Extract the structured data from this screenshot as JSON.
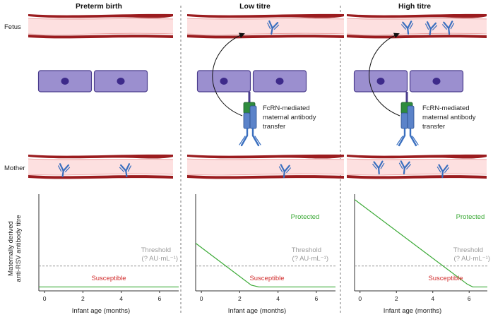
{
  "panels": [
    {
      "title": "Preterm birth",
      "fetal_antibodies": 0,
      "maternal_antibodies": 2,
      "shows_transfer": false,
      "chart": {
        "protected_label": "",
        "threshold_label": "Threshold",
        "threshold_unit": "(? AU·mL⁻¹)",
        "susceptible_label": "Susceptible"
      }
    },
    {
      "title": "Low titre",
      "fetal_antibodies": 1,
      "maternal_antibodies": 1,
      "shows_transfer": true,
      "transfer_label": [
        "FcRN-mediated",
        "maternal antibody",
        "transfer"
      ],
      "chart": {
        "protected_label": "Protected",
        "threshold_label": "Threshold",
        "threshold_unit": "(? AU·mL⁻¹)",
        "susceptible_label": "Susceptible"
      }
    },
    {
      "title": "High titre",
      "fetal_antibodies": 3,
      "maternal_antibodies": 3,
      "shows_transfer": true,
      "transfer_label": [
        "FcRN-mediated",
        "maternal antibody",
        "transfer"
      ],
      "chart": {
        "protected_label": "Protected",
        "threshold_label": "Threshold",
        "threshold_unit": "(? AU·mL⁻¹)",
        "susceptible_label": "Susceptible"
      }
    }
  ],
  "row_labels": {
    "fetus": "Fetus",
    "mother": "Mother"
  },
  "y_axis_label": [
    "Maternally derived",
    "anti-RSV antibody titre"
  ],
  "x_axis_label": "Infant age (months)",
  "colors": {
    "vessel_wall": "#9b1c1f",
    "vessel_lumen": "#fde0e0",
    "cell_fill": "#9b8fcf",
    "cell_stroke": "#4a3c8c",
    "nucleus": "#3d2a8a",
    "antibody": "#3a6fbf",
    "receptor": "#5b83c9",
    "fcrn_green": "#2e8b3e",
    "line_green": "#3aa935",
    "threshold_grey": "#9a9a9a",
    "susceptible_red": "#d12a2a"
  },
  "chart_data": [
    {
      "type": "line",
      "title": "Preterm birth",
      "xlabel": "Infant age (months)",
      "ylabel": "Maternally derived anti-RSV antibody titre",
      "x_ticks": [
        0,
        2,
        4,
        6
      ],
      "xlim": [
        -0.3,
        7
      ],
      "ylim": [
        0,
        1
      ],
      "threshold": 0.25,
      "series": [
        {
          "x": [
            -0.3,
            7
          ],
          "y": [
            0.02,
            0.02
          ]
        }
      ]
    },
    {
      "type": "line",
      "title": "Low titre",
      "xlabel": "Infant age (months)",
      "ylabel": "Maternally derived anti-RSV antibody titre",
      "x_ticks": [
        0,
        2,
        4,
        6
      ],
      "xlim": [
        -0.3,
        7
      ],
      "ylim": [
        0,
        1
      ],
      "threshold": 0.25,
      "series": [
        {
          "x": [
            -0.3,
            2.6,
            3.0,
            7
          ],
          "y": [
            0.5,
            0.04,
            0.02,
            0.02
          ]
        }
      ]
    },
    {
      "type": "line",
      "title": "High titre",
      "xlabel": "Infant age (months)",
      "ylabel": "Maternally derived anti-RSV antibody titre",
      "x_ticks": [
        0,
        2,
        4,
        6
      ],
      "xlim": [
        -0.3,
        7
      ],
      "ylim": [
        0,
        1
      ],
      "threshold": 0.25,
      "series": [
        {
          "x": [
            -0.3,
            5.9,
            6.2,
            7
          ],
          "y": [
            0.98,
            0.05,
            0.02,
            0.02
          ]
        }
      ]
    }
  ]
}
